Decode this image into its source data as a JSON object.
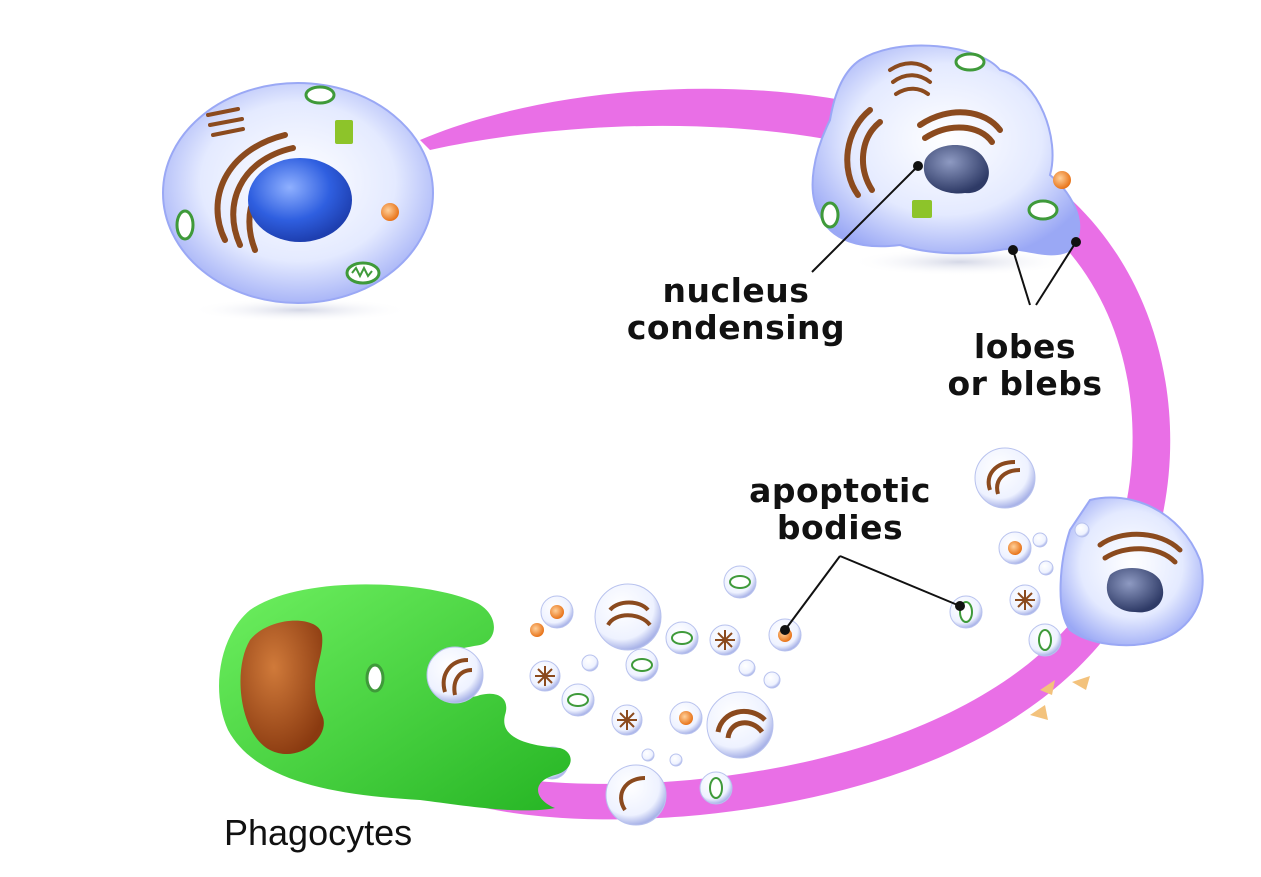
{
  "labels": {
    "nucleus_condensing": [
      "nucleus",
      "condensing"
    ],
    "lobes_or_blebs": [
      "lobes",
      "or blebs"
    ],
    "apoptotic_bodies": [
      "apoptotic",
      "bodies"
    ],
    "phagocytes": "Phagocytes"
  },
  "colors": {
    "pathway": "#e96fe6",
    "cell_body": "#dfe6ff",
    "nucleus_healthy": "#2f5fe0",
    "nucleus_condensed": "#3a4a7a",
    "golgi": "#8b4a1e",
    "mitochondria": "#3f9a3a",
    "phagocyte": "#3ecf3a",
    "phagocyte_nucleus": "#b0521c",
    "vesicle_orange": "#f08a2a"
  }
}
